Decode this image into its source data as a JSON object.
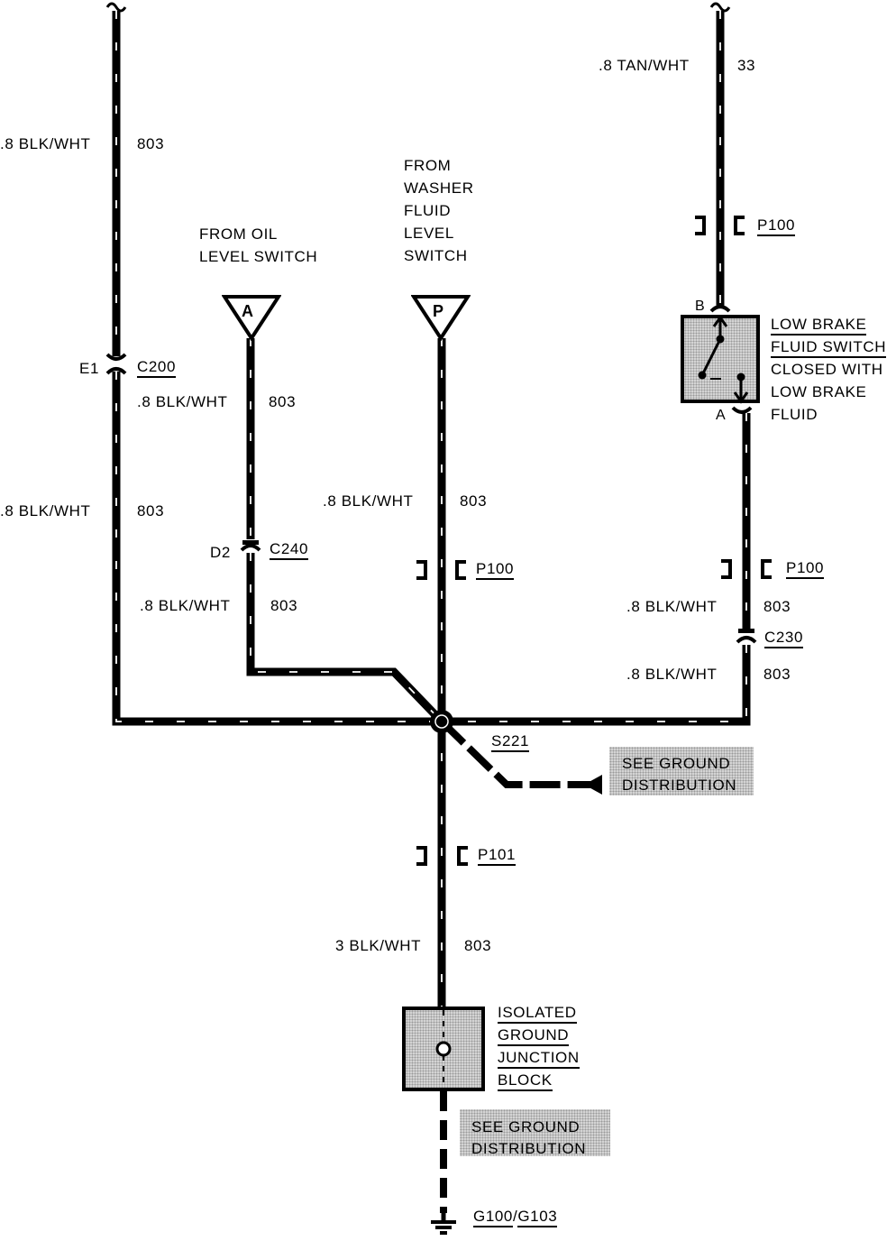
{
  "wires": {
    "left_top": {
      "gauge_color": ".8 BLK/WHT",
      "circuit": "803"
    },
    "left_bottom": {
      "gauge_color": ".8 BLK/WHT",
      "circuit": "803"
    },
    "oil_top": {
      "gauge_color": ".8 BLK/WHT",
      "circuit": "803"
    },
    "oil_bottom": {
      "gauge_color": ".8 BLK/WHT",
      "circuit": "803"
    },
    "washer": {
      "gauge_color": ".8 BLK/WHT",
      "circuit": "803"
    },
    "brake_top": {
      "gauge_color": ".8 TAN/WHT",
      "circuit": "33"
    },
    "brake_mid": {
      "gauge_color": ".8 BLK/WHT",
      "circuit": "803"
    },
    "brake_low": {
      "gauge_color": ".8 BLK/WHT",
      "circuit": "803"
    },
    "trunk": {
      "gauge_color": "3 BLK/WHT",
      "circuit": "803"
    }
  },
  "connectors": {
    "c200": {
      "pin": "E1",
      "name": "C200"
    },
    "c240": {
      "pin": "D2",
      "name": "C240"
    },
    "c230": {
      "name": "C230"
    },
    "p100_washer": {
      "name": "P100"
    },
    "p100_brake_top": {
      "name": "P100"
    },
    "p100_brake_low": {
      "name": "P100"
    },
    "p101": {
      "name": "P101"
    }
  },
  "sources": {
    "oil": {
      "letter": "A",
      "lines": [
        "FROM OIL",
        "LEVEL SWITCH"
      ]
    },
    "washer": {
      "letter": "P",
      "lines": [
        "FROM",
        "WASHER",
        "FLUID",
        "LEVEL",
        "SWITCH"
      ]
    }
  },
  "brake_switch": {
    "pin_top": "B",
    "pin_bottom": "A",
    "title_lines": [
      "LOW BRAKE",
      "FLUID SWITCH"
    ],
    "desc_lines": [
      "CLOSED WITH",
      "LOW BRAKE",
      "FLUID"
    ]
  },
  "splice": {
    "name": "S221"
  },
  "ground_refs": {
    "upper": {
      "lines": [
        "SEE GROUND",
        "DISTRIBUTION"
      ]
    },
    "lower": {
      "lines": [
        "SEE GROUND",
        "DISTRIBUTION"
      ]
    }
  },
  "junction_block": {
    "lines": [
      "ISOLATED",
      "GROUND",
      "JUNCTION",
      "BLOCK"
    ]
  },
  "ground": {
    "name_a": "G100",
    "separator": "/",
    "name_b": "G103"
  }
}
